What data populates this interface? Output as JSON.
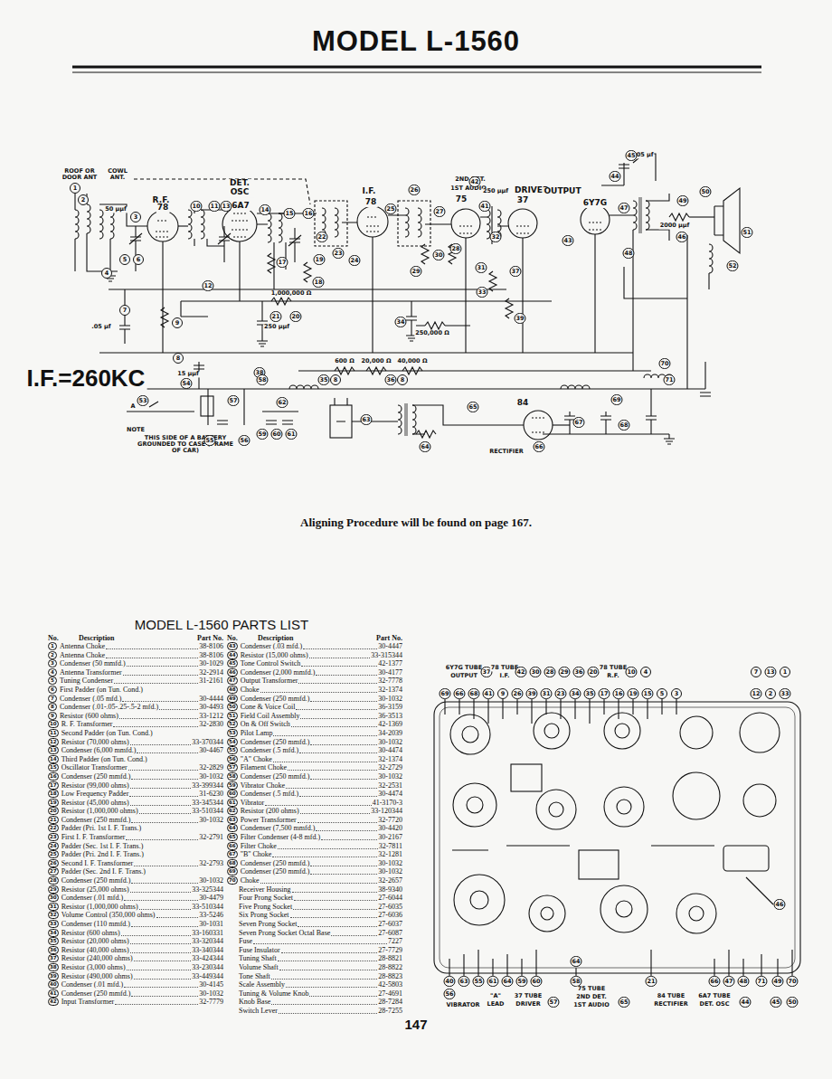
{
  "diagram": {
    "title": "MODEL L-1560",
    "labels": [
      "ROOF OR DOOR ANT",
      "COWL ANT.",
      "R.F.",
      "78",
      "DET. OSC",
      "6A7",
      "I.F.",
      "78",
      "2ND DET.",
      "1ST AUDIO",
      "75",
      "DRIVER",
      "37",
      "OUTPUT",
      "6Y7G",
      "1,000,000 Ω",
      "250,000 Ω",
      "600 Ω",
      "20,000 Ω",
      "40,000 Ω",
      "50 µµf",
      ".05 µf",
      "250 µµf",
      "250 µµf",
      "2000 µµf",
      ".05 µf",
      "15 µµf",
      "I.F.=260KC",
      "NOTE",
      "THIS SIDE OF A BATTERY GROUNDED TO CASE (FRAME OF CAR)",
      "A",
      "84",
      "RECTIFIER",
      "Aligning Procedure will be found on page 167.",
      "1",
      "2",
      "3",
      "4",
      "5",
      "6",
      "7",
      "9",
      "10",
      "11",
      "12",
      "13",
      "14",
      "15",
      "16",
      "17",
      "18",
      "19",
      "20",
      "21",
      "22",
      "23",
      "24",
      "25",
      "26",
      "27",
      "28",
      "29",
      "30",
      "31",
      "32",
      "33",
      "34",
      "35",
      "8",
      "36",
      "8",
      "37",
      "38",
      "39",
      "41",
      "42",
      "43",
      "44",
      "45",
      "46",
      "47",
      "48",
      "49",
      "50",
      "51",
      "52",
      "53",
      "54",
      "55",
      "56",
      "57",
      "58",
      "59",
      "60",
      "61",
      "62",
      "63",
      "64",
      "65",
      "66",
      "67",
      "68",
      "69",
      "70",
      "71",
      "8",
      "6Y7G TUBE",
      "OUTPUT",
      "37",
      "78 TUBE",
      "I.F.",
      "42",
      "30",
      "28",
      "29",
      "36",
      "20",
      "78 TUBE",
      "R.F.",
      "10",
      "4",
      "7",
      "13",
      "1",
      "69",
      "66",
      "68",
      "41",
      "9",
      "26",
      "39",
      "31",
      "23",
      "34",
      "35",
      "17",
      "16",
      "19",
      "15",
      "5",
      "3",
      "12",
      "2",
      "33",
      "40",
      "63",
      "55",
      "61",
      "64",
      "59",
      "60",
      "58",
      "64",
      "21",
      "66",
      "47",
      "48",
      "71",
      "49",
      "70",
      "46",
      "VIBRATOR",
      "56",
      "\"A\"",
      "LEAD",
      "37 TUBE",
      "DRIVER",
      "57",
      "75 TUBE",
      "2ND DET.",
      "1ST AUDIO",
      "65",
      "84 TUBE",
      "RECTIFIER",
      "6A7 TUBE",
      "DET. OSC",
      "44",
      "45",
      "50",
      "147",
      "MODEL L-1560 PARTS LIST",
      "No.",
      "Description",
      "Part No.",
      "1",
      "Antenna Choke",
      "38-8106",
      "2",
      "Antenna Choke",
      "38-8106",
      "3",
      "Condenser (50 mmfd.)",
      "30-1029",
      "4",
      "Antenna Transformer",
      "32-2914",
      "5",
      "Tuning Condenser",
      "31-2161",
      "6",
      "First Padder (on Tun. Cond.)",
      "7",
      "Condenser (.05 mfd.)",
      "30-4444",
      "8",
      "Condenser (.01-.05-.25-.5-2 mfd.)",
      "30-4493",
      "9",
      "Resistor (600 ohms)",
      "33-1212",
      "10",
      "R. F. Transformer",
      "32-2830",
      "11",
      "Second Padder (on Tun. Cond.)",
      "12",
      "Resistor (70,000 ohms)",
      "33-370344",
      "13",
      "Condenser (6,000 mmfd.)",
      "30-4467",
      "14",
      "Third Padder (on Tun. Cond.)",
      "15",
      "Oscillator Transformer",
      "32-2829",
      "16",
      "Condenser (250 mmfd.)",
      "30-1032",
      "17",
      "Resistor (99,000 ohms)",
      "33-399344",
      "18",
      "Low Frequency Padder",
      "31-6230",
      "19",
      "Resistor (45,000 ohms)",
      "33-345344",
      "20",
      "Resistor (1,000,000 ohms)",
      "33-510344",
      "21",
      "Condenser (250 mmfd.)",
      "30-1032",
      "22",
      "Padder (Pri. 1st I. F. Trans.)",
      "23",
      "First I. F. Transformer",
      "32-2791",
      "24",
      "Padder (Sec. 1st I. F. Trans.)",
      "25",
      "Padder (Pri. 2nd I. F. Trans.)",
      "26",
      "Second I. F. Transformer",
      "32-2793",
      "27",
      "Padder (Sec. 2nd I. F. Trans.)",
      "28",
      "Condenser (250 mmfd.)",
      "30-1032",
      "29",
      "Resistor (25,000 ohms)",
      "33-325344",
      "30",
      "Condenser (.01 mfd.)",
      "30-4479",
      "31",
      "Resistor (1,000,000 ohms)",
      "33-510344",
      "32",
      "Volume Control (350,000 ohms)",
      "33-5246",
      "33",
      "Condenser (110 mmfd.)",
      "30-1031",
      "34",
      "Resistor (600 ohms)",
      "33-160331",
      "35",
      "Resistor (20,000 ohms)",
      "33-320344",
      "36",
      "Resistor (40,000 ohms)",
      "33-340344",
      "37",
      "Resistor (240,000 ohms)",
      "33-424344",
      "38",
      "Resistor (3,000 ohms)",
      "33-230344",
      "39",
      "Resistor (490,000 ohms)",
      "33-449344",
      "40",
      "Condenser (.01 mfd.)",
      "30-4145",
      "41",
      "Condenser (250 mmfd.)",
      "30-1032",
      "42",
      "Input Transformer",
      "32-7779",
      "No.",
      "Description",
      "Part No.",
      "43",
      "Condenser (.03 mfd.)",
      "30-4447",
      "44",
      "Resistor (15,000 ohms)",
      "33-315344",
      "45",
      "Tone Control Switch",
      "42-1377",
      "46",
      "Condenser (2,000 mmfd.)",
      "30-4177",
      "47",
      "Output Transformer",
      "32-7778",
      "48",
      "Choke",
      "32-1374",
      "49",
      "Condenser (250 mmfd.)",
      "30-1032",
      "50",
      "Cone & Voice Coil",
      "36-3159",
      "51",
      "Field Coil Assembly",
      "36-3513",
      "52",
      "On & Off Switch",
      "42-1369",
      "53",
      "Pilot Lamp",
      "34-2039",
      "54",
      "Condenser (250 mmfd.)",
      "30-1032",
      "55",
      "Condenser (.5 mfd.)",
      "30-4474",
      "56",
      "\"A\" Choke",
      "32-1374",
      "57",
      "Filament Choke",
      "32-2729",
      "58",
      "Condenser (250 mmfd.)",
      "30-1032",
      "59",
      "Vibrator Choke",
      "32-2531",
      "60",
      "Condenser (.5 mfd.)",
      "30-4474",
      "61",
      "Vibrator",
      "41-3170-3",
      "62",
      "Resistor (200 ohms)",
      "33-120344",
      "63",
      "Power Transformer",
      "32-7720",
      "64",
      "Condenser (7,500 mmfd.)",
      "30-4420",
      "65",
      "Filter Condenser (4-8 mfd.)",
      "30-2167",
      "66",
      "Filter Choke",
      "32-7811",
      "67",
      "\"B\" Choke",
      "32-1281",
      "68",
      "Condenser (250 mmfd.)",
      "30-1032",
      "69",
      "Condenser (250 mmfd.)",
      "30-1032",
      "70",
      "Choke",
      "32-2657",
      "Receiver Housing",
      "38-9340",
      "Four Prong Socket",
      "27-6044",
      "Five Prong Socket",
      "27-6035",
      "Six Prong Socket",
      "27-6036",
      "Seven Prong Socket",
      "27-6037",
      "Seven Prong Socket Octal Base",
      "27-6087",
      "Fuse",
      "7227",
      "Fuse Insulator",
      "27-7729",
      "Tuning Shaft",
      "28-8821",
      "Volume Shaft",
      "28-8822",
      "Tone Shaft",
      "28-8823",
      "Scale Assembly",
      "42-5803",
      "Tuning & Volume Knob",
      "27-4691",
      "Knob Base",
      "28-7284",
      "Switch Lever",
      "28-7255"
    ]
  }
}
